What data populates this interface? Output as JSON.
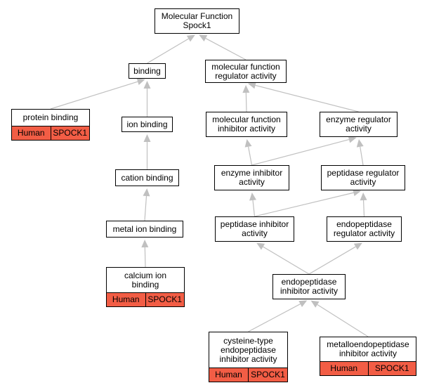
{
  "colors": {
    "edge": "#c0c0c0",
    "annotation_fill": "#f25d45",
    "node_border": "#000000",
    "node_fill": "#ffffff"
  },
  "nodes": {
    "mf_root": {
      "label": "Molecular Function\nSpock1"
    },
    "binding": {
      "label": "binding"
    },
    "mf_regulator": {
      "label": "molecular function\nregulator activity"
    },
    "protein_binding": {
      "label": "protein binding",
      "species": "Human",
      "gene": "SPOCK1"
    },
    "ion_binding": {
      "label": "ion binding"
    },
    "mf_inhibitor": {
      "label": "molecular function\ninhibitor activity"
    },
    "enzyme_regulator": {
      "label": "enzyme regulator\nactivity"
    },
    "enzyme_inhibitor": {
      "label": "enzyme inhibitor\nactivity"
    },
    "peptidase_regulator": {
      "label": "peptidase regulator\nactivity"
    },
    "cation_binding": {
      "label": "cation binding"
    },
    "metal_ion_binding": {
      "label": "metal ion binding"
    },
    "peptidase_inhibitor": {
      "label": "peptidase inhibitor\nactivity"
    },
    "endopeptidase_regulator": {
      "label": "endopeptidase\nregulator activity"
    },
    "calcium_ion_binding": {
      "label": "calcium ion\nbinding",
      "species": "Human",
      "gene": "SPOCK1"
    },
    "endopeptidase_inhibitor": {
      "label": "endopeptidase\ninhibitor activity"
    },
    "cysteine_endopeptidase_inhibitor": {
      "label": "cysteine-type\nendopeptidase\ninhibitor activity",
      "species": "Human",
      "gene": "SPOCK1"
    },
    "metalloendopeptidase_inhibitor": {
      "label": "metalloendopeptidase\ninhibitor activity",
      "species": "Human",
      "gene": "SPOCK1"
    }
  },
  "edges": [
    {
      "from": "binding",
      "to": "mf_root"
    },
    {
      "from": "mf_regulator",
      "to": "mf_root"
    },
    {
      "from": "protein_binding",
      "to": "binding"
    },
    {
      "from": "ion_binding",
      "to": "binding"
    },
    {
      "from": "mf_inhibitor",
      "to": "mf_regulator"
    },
    {
      "from": "enzyme_regulator",
      "to": "mf_regulator"
    },
    {
      "from": "enzyme_inhibitor",
      "to": "mf_inhibitor"
    },
    {
      "from": "enzyme_inhibitor",
      "to": "enzyme_regulator"
    },
    {
      "from": "peptidase_regulator",
      "to": "enzyme_regulator"
    },
    {
      "from": "cation_binding",
      "to": "ion_binding"
    },
    {
      "from": "metal_ion_binding",
      "to": "cation_binding"
    },
    {
      "from": "calcium_ion_binding",
      "to": "metal_ion_binding"
    },
    {
      "from": "peptidase_inhibitor",
      "to": "enzyme_inhibitor"
    },
    {
      "from": "peptidase_inhibitor",
      "to": "peptidase_regulator"
    },
    {
      "from": "endopeptidase_regulator",
      "to": "peptidase_regulator"
    },
    {
      "from": "endopeptidase_inhibitor",
      "to": "peptidase_inhibitor"
    },
    {
      "from": "endopeptidase_inhibitor",
      "to": "endopeptidase_regulator"
    },
    {
      "from": "cysteine_endopeptidase_inhibitor",
      "to": "endopeptidase_inhibitor"
    },
    {
      "from": "metalloendopeptidase_inhibitor",
      "to": "endopeptidase_inhibitor"
    }
  ]
}
